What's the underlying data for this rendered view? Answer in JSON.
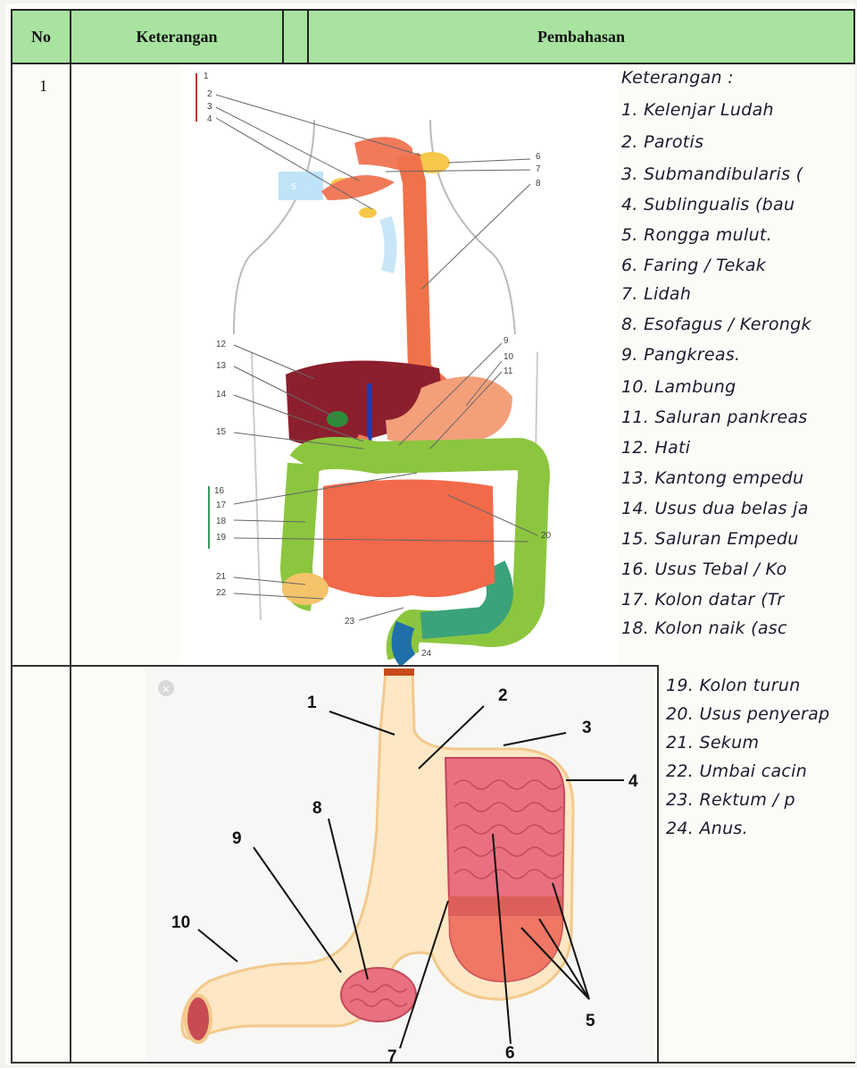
{
  "header": {
    "no": "No",
    "keterangan": "Keterangan",
    "pembahasan": "Pembahasan"
  },
  "row1": {
    "no": "1"
  },
  "notes": {
    "title": "Keterangan :",
    "items": [
      "1. Kelenjar Ludah",
      "2. Parotis",
      "3. Submandibularis (",
      "4. Sublingualis (bau",
      "5. Rongga mulut.",
      "6. Faring / Tekak",
      "7. Lidah",
      "8. Esofagus / Kerongk",
      "9. Pangkreas.",
      "10. Lambung",
      "11. Saluran pankreas",
      "12. Hati",
      "13. Kantong empedu",
      "14. Usus dua belas ja",
      "15. Saluran Empedu",
      "16. Usus Tebal / Ko",
      "17. Kolon datar (Tr",
      "18. Kolon naik (asc",
      "19. Kolon turun",
      "20. Usus penyerap",
      "21. Sekum",
      "22. Umbai cacin",
      "23. Rektum / p",
      "24. Anus."
    ]
  },
  "digestive_labels": [
    "1",
    "2",
    "3",
    "4",
    "5",
    "6",
    "7",
    "8",
    "9",
    "10",
    "11",
    "12",
    "13",
    "14",
    "15",
    "16",
    "17",
    "18",
    "19",
    "20",
    "21",
    "22",
    "23",
    "24"
  ],
  "stomach_labels": [
    "1",
    "2",
    "3",
    "4",
    "5",
    "6",
    "7",
    "8",
    "9",
    "10"
  ],
  "colors": {
    "header_green": "#a8e3a0",
    "esophagus": "#f0724a",
    "liver": "#8c1f2e",
    "colon": "#8cc63e",
    "small_intestine": "#f26a4a",
    "stomach_outer": "#fde7c4",
    "stomach_inner": "#e87080"
  }
}
